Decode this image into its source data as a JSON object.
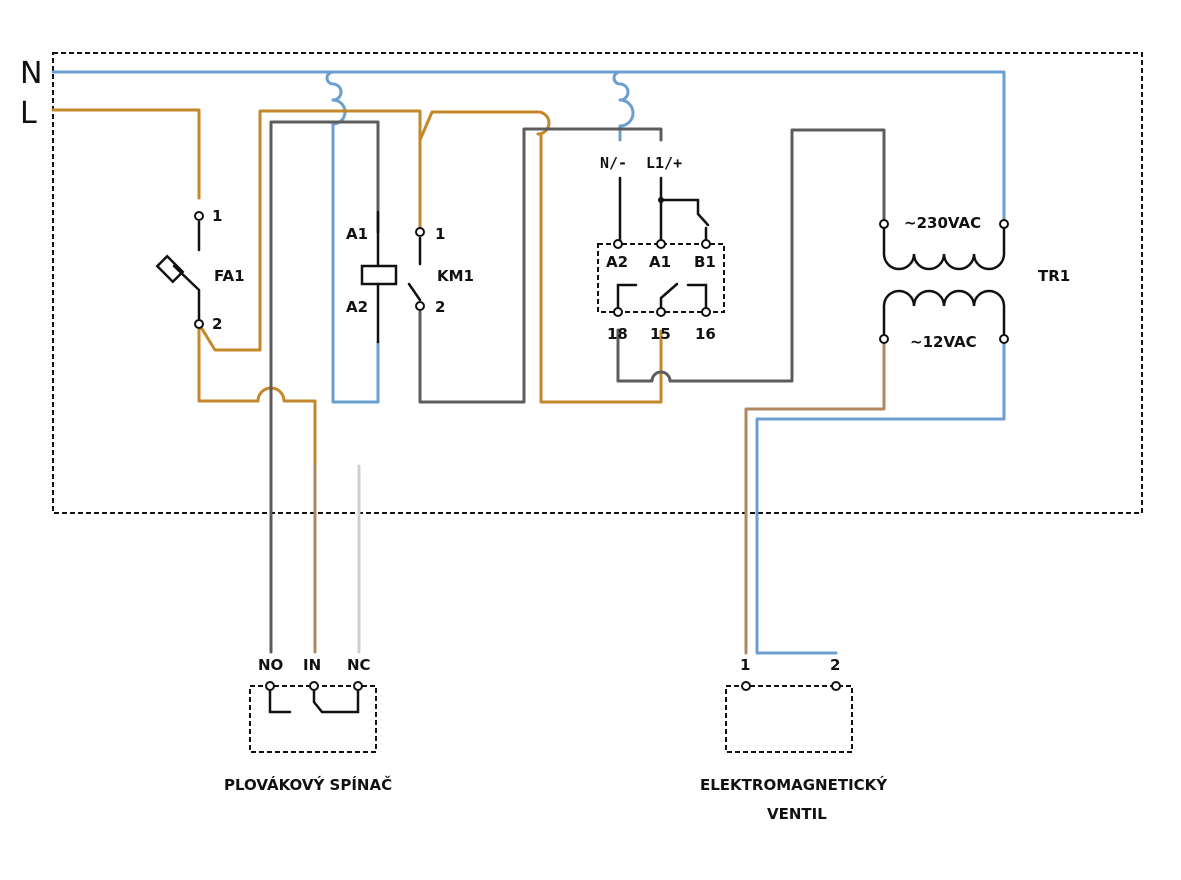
{
  "colors": {
    "neutral_wire": "#6a9fd0",
    "phase_wire": "#c4872a",
    "control_wire": "#5c5c5c",
    "low_voltage_wire": "#b08860",
    "unused_wire": "#cfcfcf",
    "black": "#111111"
  },
  "supply": {
    "n_label": "N",
    "l_label": "L"
  },
  "fa1": {
    "label": "FA1",
    "pin1": "1",
    "pin2": "2"
  },
  "km1": {
    "label": "KM1",
    "coil_a1": "A1",
    "coil_a2": "A2",
    "pin1": "1",
    "pin2": "2"
  },
  "relay": {
    "supply_n": "N/-",
    "supply_l": "L1/+",
    "pin_a2": "A2",
    "pin_a1": "A1",
    "pin_b1": "B1",
    "pin_18": "18",
    "pin_15": "15",
    "pin_16": "16"
  },
  "transformer": {
    "label": "TR1",
    "primary": "~230VAC",
    "secondary": "~12VAC"
  },
  "float_switch": {
    "no": "NO",
    "in": "IN",
    "nc": "NC",
    "title": "PLOVÁKOVÝ SPÍNAČ"
  },
  "valve": {
    "pin1": "1",
    "pin2": "2",
    "title_line1": "ELEKTROMAGNETICKÝ",
    "title_line2": "VENTIL"
  }
}
